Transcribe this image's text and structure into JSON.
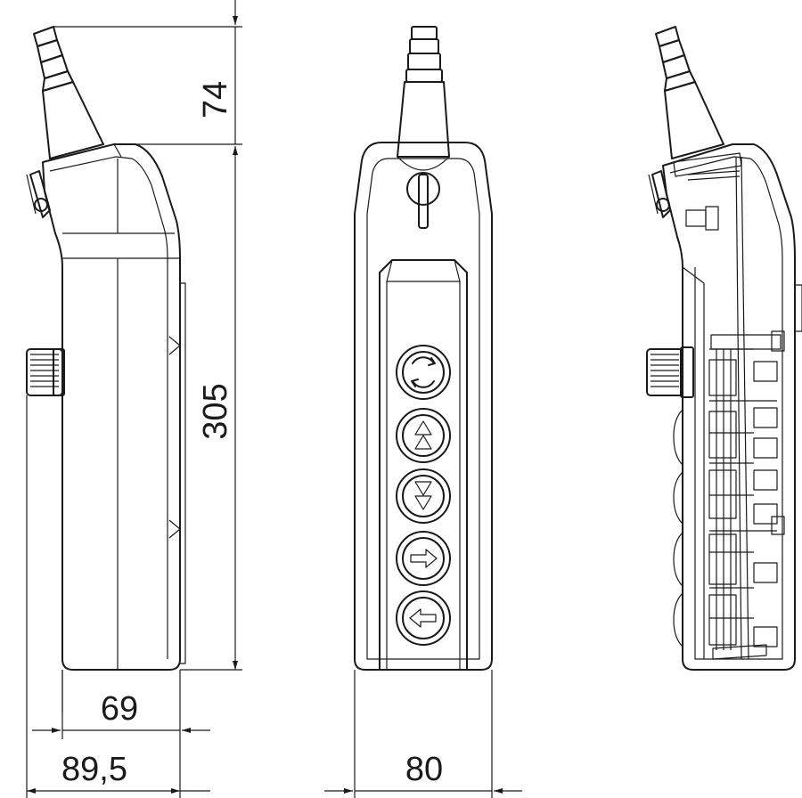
{
  "drawing": {
    "dimensions": {
      "cable_gland_height": "74",
      "overall_height": "305",
      "body_depth": "69",
      "total_depth": "89,5",
      "width": "80"
    },
    "front_buttons": [
      {
        "name": "start-stop",
        "icon": "rotate-arrows-icon"
      },
      {
        "name": "up",
        "icon": "double-up-arrow-icon"
      },
      {
        "name": "down",
        "icon": "double-down-arrow-icon"
      },
      {
        "name": "right",
        "icon": "right-arrow-icon"
      },
      {
        "name": "left",
        "icon": "left-arrow-icon"
      }
    ],
    "line_color": "#1a1a1a",
    "background_color": "#ffffff"
  }
}
